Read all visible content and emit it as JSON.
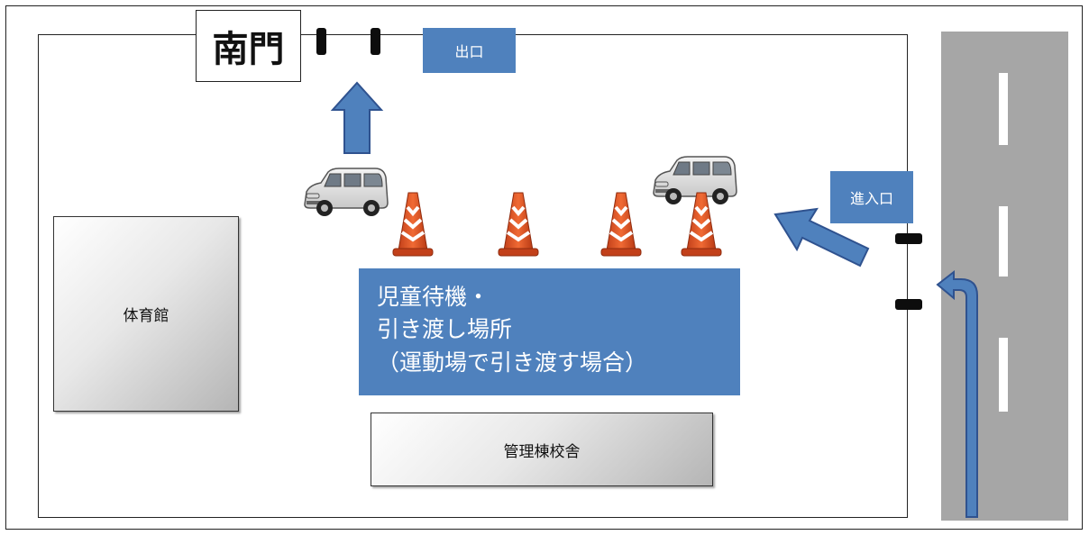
{
  "labels": {
    "south_gate": "南門",
    "exit": "出口",
    "entrance": "進入口",
    "gym": "体育館",
    "admin_building": "管理棟校舎",
    "waiting_area": [
      "児童待機・",
      "引き渡し場所",
      "（運動場で引き渡す場合）"
    ]
  },
  "colors": {
    "label_blue": "#4f81bd",
    "road_gray": "#a6a6a6",
    "arrow_blue": "#4f81bd",
    "cone_orange": "#e8501e"
  },
  "icons": {
    "car": "car-icon",
    "cone": "traffic-cone-icon",
    "arrow": "arrow-icon"
  }
}
